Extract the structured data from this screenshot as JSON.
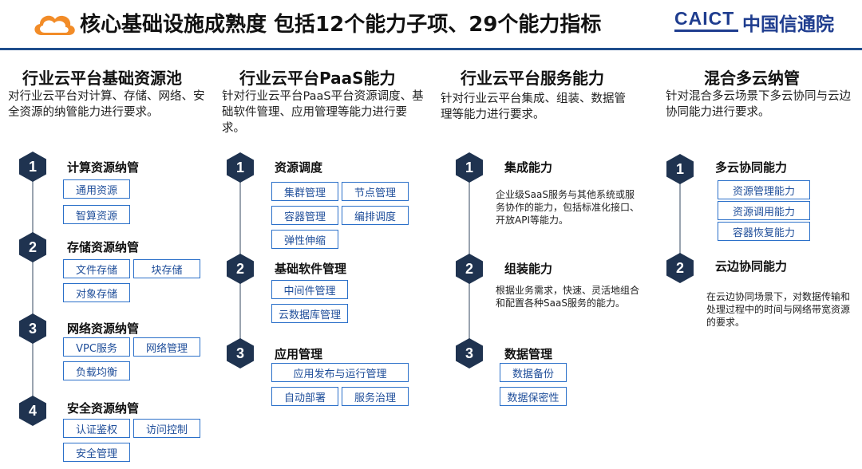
{
  "header": {
    "title": "核心基础设施成熟度 包括12个能力子项、29个能力指标",
    "logo_en": "CAICT",
    "logo_cn": "中国信通院",
    "cloud_icon": "cloud-icon",
    "accent": "#f28c28",
    "brand": "#1f3d8f"
  },
  "columns": [
    {
      "title": "行业云平台基础资源池",
      "desc": "对行业云平台对计算、存储、网络、安全资源的纳管能力进行要求。",
      "sections": [
        {
          "num": "1",
          "title": "计算资源纳管",
          "tags": [
            "通用资源",
            "智算资源"
          ]
        },
        {
          "num": "2",
          "title": "存储资源纳管",
          "tags": [
            "文件存储",
            "块存储",
            "对象存储"
          ]
        },
        {
          "num": "3",
          "title": "网络资源纳管",
          "tags": [
            "VPC服务",
            "网络管理",
            "负载均衡"
          ]
        },
        {
          "num": "4",
          "title": "安全资源纳管",
          "tags": [
            "认证鉴权",
            "访问控制",
            "安全管理"
          ]
        }
      ]
    },
    {
      "title": "行业云平台PaaS能力",
      "desc": "针对行业云平台PaaS平台资源调度、基础软件管理、应用管理等能力进行要求。",
      "sections": [
        {
          "num": "1",
          "title": "资源调度",
          "tags": [
            "集群管理",
            "节点管理",
            "容器管理",
            "编排调度",
            "弹性伸缩"
          ]
        },
        {
          "num": "2",
          "title": "基础软件管理",
          "tags": [
            "中间件管理",
            "云数据库管理"
          ]
        },
        {
          "num": "3",
          "title": "应用管理",
          "tags": [
            "应用发布与运行管理",
            "自动部署",
            "服务治理"
          ]
        }
      ]
    },
    {
      "title": "行业云平台服务能力",
      "desc": "针对行业云平台集成、组装、数据管理等能力进行要求。",
      "sections": [
        {
          "num": "1",
          "title": "集成能力",
          "desc": "企业级SaaS服务与其他系统或服务协作的能力，包括标准化接口、开放API等能力。"
        },
        {
          "num": "2",
          "title": "组装能力",
          "desc": "根据业务需求，快速、灵活地组合和配置各种SaaS服务的能力。"
        },
        {
          "num": "3",
          "title": "数据管理",
          "tags": [
            "数据备份",
            "数据保密性"
          ]
        }
      ]
    },
    {
      "title": "混合多云纳管",
      "desc": "针对混合多云场景下多云协同与云边协同能力进行要求。",
      "sections": [
        {
          "num": "1",
          "title": "多云协同能力",
          "tags": [
            "资源管理能力",
            "资源调用能力",
            "容器恢复能力"
          ]
        },
        {
          "num": "2",
          "title": "云边协同能力",
          "desc": "在云边协同场景下，对数据传输和处理过程中的时间与网络带宽资源的要求。"
        }
      ]
    }
  ]
}
